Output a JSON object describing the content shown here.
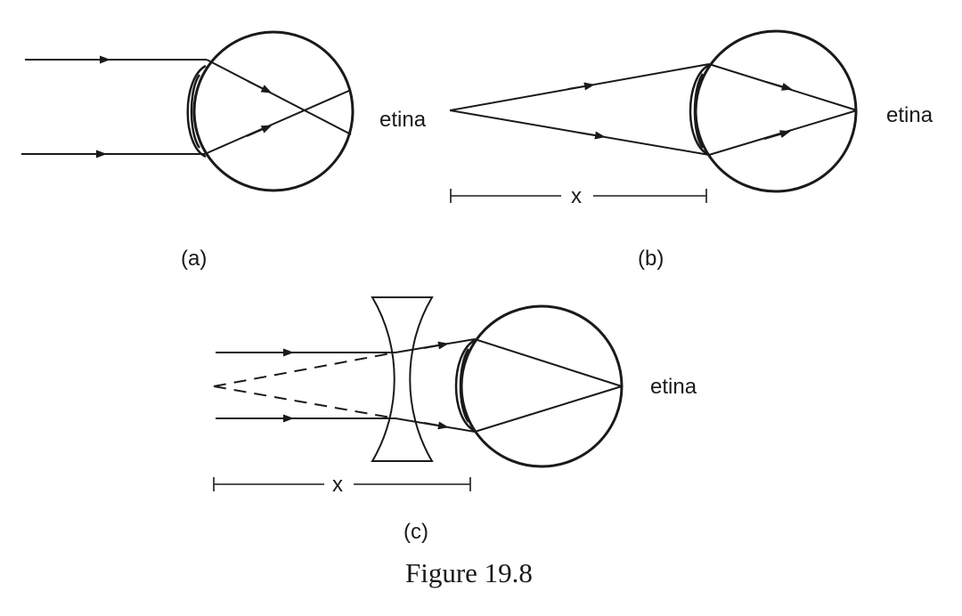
{
  "figure": {
    "caption": "Figure 19.8",
    "panel_a": {
      "label": "(a)",
      "retina_label": "etina"
    },
    "panel_b": {
      "label": "(b)",
      "retina_label": "etina",
      "distance_label": "x"
    },
    "panel_c": {
      "label": "(c)",
      "retina_label": "etina",
      "distance_label": "x"
    }
  }
}
